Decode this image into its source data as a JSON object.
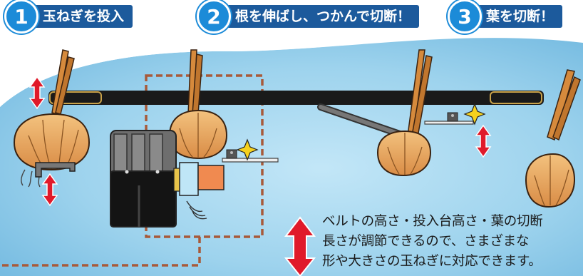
{
  "steps": [
    {
      "number": "1",
      "label": "玉ねぎを投入"
    },
    {
      "number": "2",
      "label": "根を伸ばし、つかんで切断！"
    },
    {
      "number": "3",
      "label": "葉を切断！"
    }
  ],
  "description": {
    "lines": [
      "ベルトの高さ・投入台高さ・葉の切断",
      "長さが調節できるので、さまざまな",
      "形や大きさの玉ねぎに対応できます。"
    ]
  },
  "colors": {
    "badge_blue": "#1c8bd8",
    "label_navy": "#1c5a9c",
    "arrow_red": "#e01a2a",
    "belt": "#1a1a1a",
    "onion": "#e8a96a",
    "dashed_frame": "#a85a3a",
    "background_blue": "#7fc4e6"
  },
  "icons": [
    "up-down-arrow-icon",
    "spark-icon",
    "blade-icon",
    "gripper-icon",
    "onion-icon"
  ]
}
